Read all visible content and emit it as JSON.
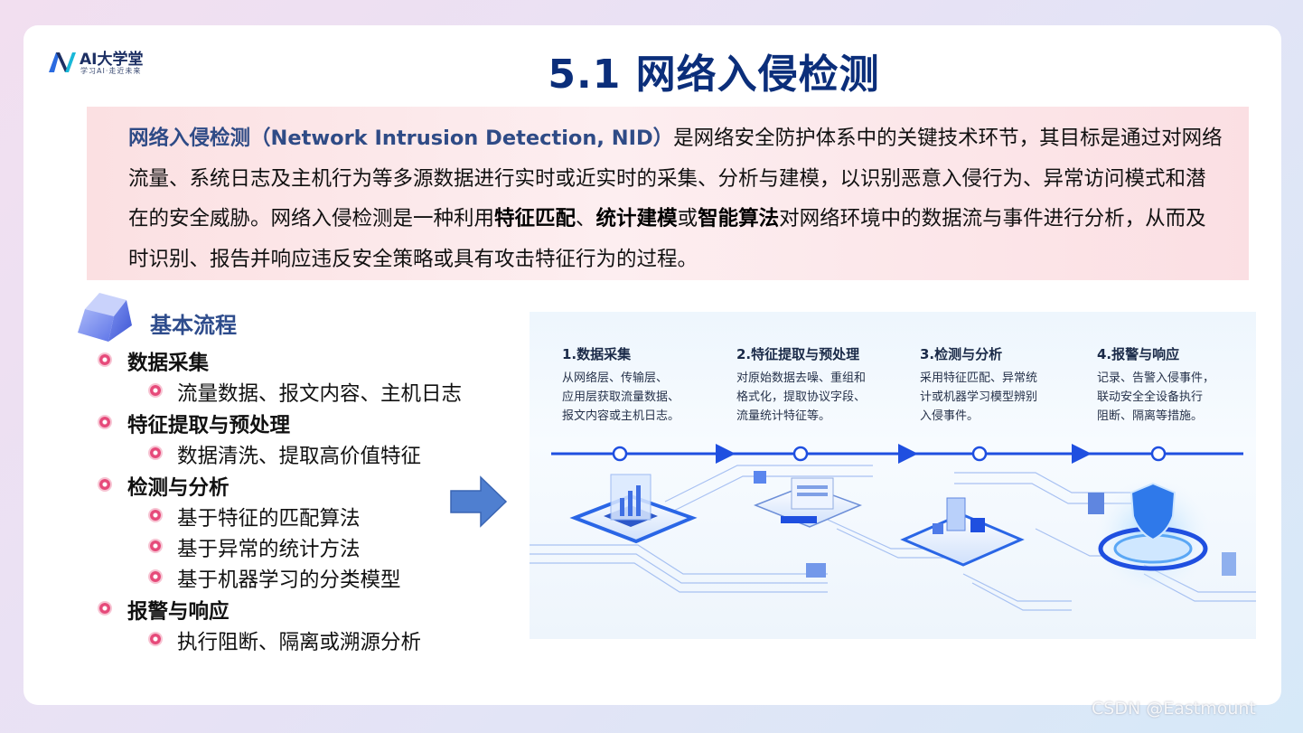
{
  "logo": {
    "name": "AI大学堂",
    "slogan": "学习AI·走近未来"
  },
  "title": "5.1 网络入侵检测",
  "definition": {
    "term": "网络入侵检测（Network Intrusion Detection, NID）",
    "part1": "是网络安全防护体系中的关键技术环节，其目标是通过对网络流量、系统日志及主机行为等多源数据进行实时或近实时的采集、分析与建模，以识别恶意入侵行为、异常访问模式和潜在的安全威胁。网络入侵检测是一种利用",
    "bold1": "特征匹配",
    "sep1": "、",
    "bold2": "统计建模",
    "sep2": "或",
    "bold3": "智能算法",
    "part2": "对网络环境中的数据流与事件进行分析，从而及时识别、报告并响应违反安全策略或具有攻击特征行为的过程。"
  },
  "section_title": "基本流程",
  "process": [
    {
      "label": "数据采集",
      "items": [
        "流量数据、报文内容、主机日志"
      ]
    },
    {
      "label": "特征提取与预处理",
      "items": [
        "数据清洗、提取高价值特征"
      ]
    },
    {
      "label": "检测与分析",
      "items": [
        "基于特征的匹配算法",
        "基于异常的统计方法",
        "基于机器学习的分类模型"
      ]
    },
    {
      "label": "报警与响应",
      "items": [
        "执行阻断、隔离或溯源分析"
      ]
    }
  ],
  "illustration": {
    "steps": [
      {
        "title": "1.数据采集",
        "lines": [
          "从网络层、传输层、",
          "应用层获取流量数据、",
          "报文内容或主机日志。"
        ]
      },
      {
        "title": "2.特征提取与预处理",
        "lines": [
          "对原始数据去噪、重组和",
          "格式化，提取协议字段、",
          "流量统计特征等。"
        ]
      },
      {
        "title": "3.检测与分析",
        "lines": [
          "采用特征匹配、异常统",
          "计或机器学习模型辨别",
          "入侵事件。"
        ]
      },
      {
        "title": "4.报警与响应",
        "lines": [
          "记录、告警入侵事件，",
          "联动安全全设备执行",
          "阻断、隔离等措施。"
        ]
      }
    ]
  },
  "colors": {
    "title": "#0b2e7a",
    "accent": "#2e4c8c",
    "bullet": "#e64a7a",
    "flow": "#1f4fe0",
    "box_bg": "#fbe0e2"
  },
  "watermark": "CSDN @Eastmount"
}
